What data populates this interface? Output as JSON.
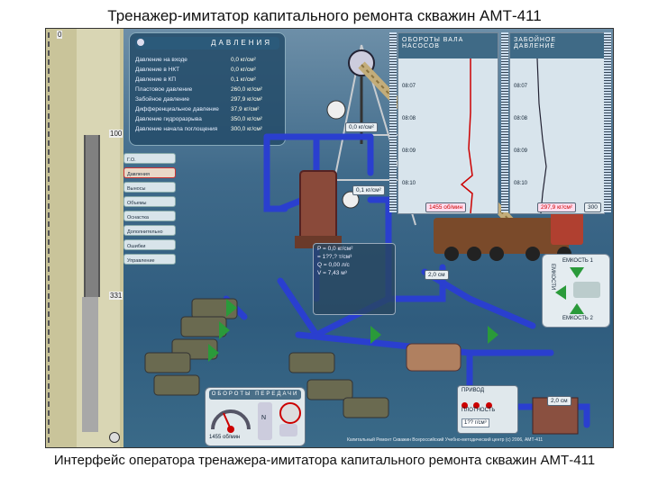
{
  "slide": {
    "title": "Тренажер-имитатор капитального ремонта скважин АМТ-411",
    "caption": "Интерфейс оператора тренажера-имитатора капитального ремонта скважин АМТ-411"
  },
  "well": {
    "tick_top": "0",
    "tick_mid": "100",
    "tick_low": "331"
  },
  "pressure": {
    "header": "ДАВЛЕНИЯ",
    "rows": [
      {
        "label": "Давление на входе",
        "value": "0,0 кг/см²"
      },
      {
        "label": "Давление в НКТ",
        "value": "0,0 кг/см²"
      },
      {
        "label": "Давление в КП",
        "value": "0,1 кг/см²"
      },
      {
        "label": "Пластовое давление",
        "value": "260,0 кг/см²"
      },
      {
        "label": "Забойное давление",
        "value": "297,9 кг/см²"
      },
      {
        "label": "Дифференциальное давление",
        "value": "37,9 кг/см²"
      },
      {
        "label": "Давление гидроразрыва",
        "value": "350,0 кг/см²"
      },
      {
        "label": "Давление начала поглощения",
        "value": "300,0 кг/см²"
      }
    ]
  },
  "menu": {
    "items": [
      {
        "label": "Г.О."
      },
      {
        "label": "Давления"
      },
      {
        "label": "Выносы"
      },
      {
        "label": "Объемы"
      },
      {
        "label": "Оснастка"
      },
      {
        "label": "Дополнительно"
      },
      {
        "label": "Ошибки"
      },
      {
        "label": "Управление"
      }
    ]
  },
  "chart_pump": {
    "title": "ОБОРОТЫ ВАЛА НАСОСОВ",
    "ticks": [
      "08:07",
      "08:08",
      "08:09",
      "08:10"
    ],
    "readout": "1455 об/мин"
  },
  "chart_bottom": {
    "title": "ЗАБОЙНОЕ ДАВЛЕНИЕ",
    "ticks": [
      "08:07",
      "08:08",
      "08:09",
      "08:10"
    ],
    "readout": "297,9 кг/см²",
    "max": "300"
  },
  "scene": {
    "pressure_tag_1": "0,0 кг/см²",
    "pressure_tag_2": "0,1 кг/см²",
    "depth_tag_1": "2,0 см",
    "depth_tag_2": "2,0 см"
  },
  "readout": {
    "rows": [
      "P  =  0,0 кг/см²",
      "   =  1??,? т/см³",
      "Q  =  0,00 л/с",
      "V  =  7,43 м³"
    ]
  },
  "tanks": {
    "label_1": "ЕМКОСТЬ 1",
    "label_2": "ЕМКОСТЬ 2",
    "side_label": "ЕМКОСТИ"
  },
  "gear": {
    "header": "ОБОРОТЫ  ПЕРЕДАЧИ",
    "readout": "1455 об/мин",
    "gear_n": "N"
  },
  "mud": {
    "label_1": "ПРИВОД",
    "label_2": "ПЛОТНОСТЬ",
    "value": "1?? г/см³"
  },
  "status_line": "Капитальный Ремонт Скважин  Всероссийский Учебно-методический центр  (c) 2006, АМТ-411"
}
